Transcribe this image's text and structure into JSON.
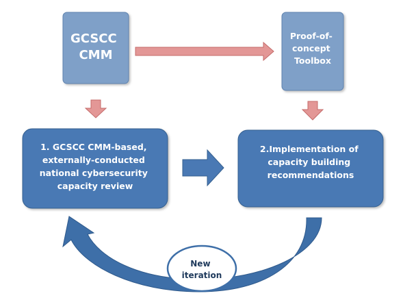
{
  "nodes": {
    "gcscc_cmm": {
      "lines": [
        "GCSCC",
        "CMM"
      ]
    },
    "toolbox": {
      "lines": [
        "Proof-of-",
        "concept",
        "Toolbox"
      ]
    },
    "review": {
      "lines": [
        "1. GCSCC CMM-based,",
        "externally-conducted",
        "national cybersecurity",
        "capacity review"
      ]
    },
    "implementation": {
      "lines": [
        "2.Implementation of",
        "capacity building",
        "recommendations"
      ]
    },
    "iteration": {
      "lines": [
        "New",
        "iteration"
      ]
    }
  },
  "colors": {
    "top_box_fill": "#7fa0c8",
    "top_box_stroke": "#5f82ae",
    "main_box_fill": "#4a79b4",
    "main_box_stroke": "#35608f",
    "red_arrow_fill": "#e39796",
    "red_arrow_stroke": "#c46b6a",
    "blue_arrow_fill": "#4a79b4",
    "curve_arrow_fill": "#3e6fa8",
    "oval_fill": "#ffffff",
    "oval_stroke": "#3e6fa8"
  }
}
